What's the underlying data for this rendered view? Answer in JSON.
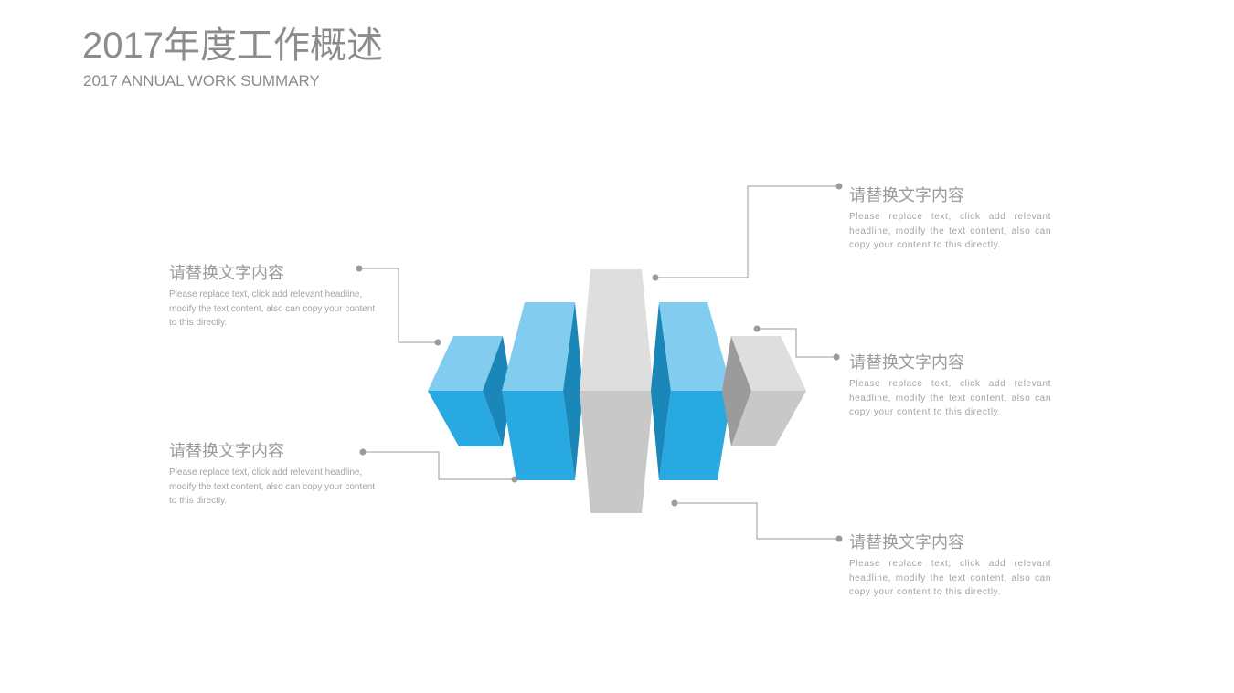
{
  "header": {
    "title": "2017年度工作概述",
    "subtitle": "2017 ANNUAL WORK SUMMARY"
  },
  "colors": {
    "blue_top": "#82cdef",
    "blue_front": "#29a9e1",
    "blue_side": "#1b87b8",
    "gray_top": "#dedede",
    "gray_front": "#c8c8c8",
    "gray_side": "#9b9b9b",
    "connector": "#9a9a9a",
    "text": "#9a9a9a"
  },
  "items": [
    {
      "heading": "请替换文字内容",
      "body": "Please replace text, click add relevant headline, modify the text content, also can copy your content to this directly."
    },
    {
      "heading": "请替换文字内容",
      "body": "Please replace text, click add relevant headline, modify the text content, also can copy your content to this directly."
    },
    {
      "heading": "请替换文字内容",
      "body": "Please replace text, click add relevant headline, modify the text content, also can copy your content to this directly."
    },
    {
      "heading": "请替换文字内容",
      "body": "Please replace text, click add relevant headline, modify the text content, also can copy your content to this directly."
    },
    {
      "heading": "请替换文字内容",
      "body": "Please replace text, click add relevant headline, modify the text content, also can copy your content to this directly."
    }
  ]
}
